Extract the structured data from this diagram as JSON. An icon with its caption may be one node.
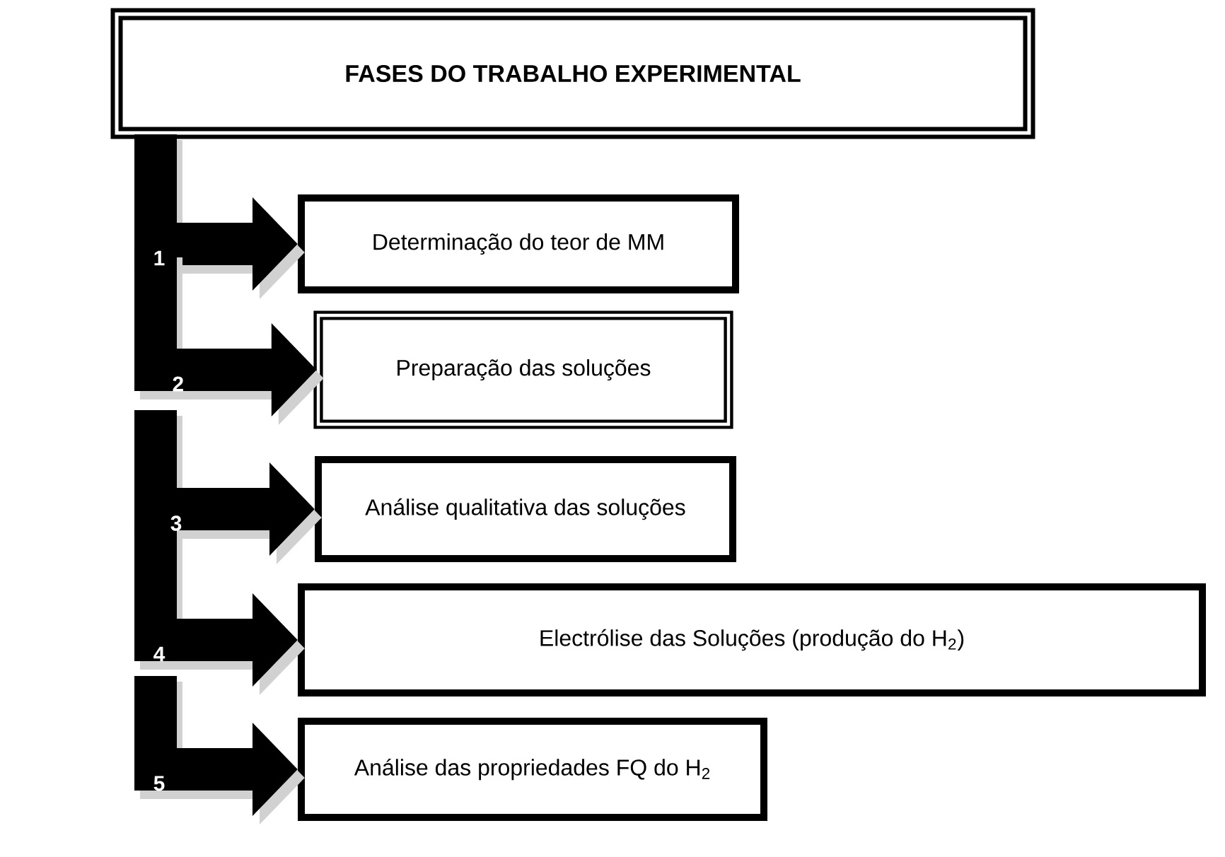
{
  "diagram": {
    "title": "FASES DO TRABALHO EXPERIMENTAL",
    "nodes": [
      {
        "text": [
          "Determinação do teor de MM"
        ]
      },
      {
        "text": [
          "Preparação das soluções"
        ]
      },
      {
        "text": [
          "Análise qualitativa das soluções"
        ]
      },
      {
        "text": [
          "Electrólise das Soluções (produção do H$_{2}$)"
        ]
      },
      {
        "text": [
          "Análise das propriedades FQ do H$_{2}$"
        ]
      }
    ],
    "edges": [
      {
        "from": null,
        "to": 0,
        "arrow": "to",
        "label": "1"
      },
      {
        "from": null,
        "to": 1,
        "arrow": "to",
        "label": "2"
      },
      {
        "from": null,
        "to": 2,
        "arrow": "to",
        "label": "3"
      },
      {
        "from": null,
        "to": 3,
        "arrow": "to",
        "label": "4"
      },
      {
        "from": null,
        "to": 4,
        "arrow": "to",
        "label": "5"
      }
    ]
  }
}
